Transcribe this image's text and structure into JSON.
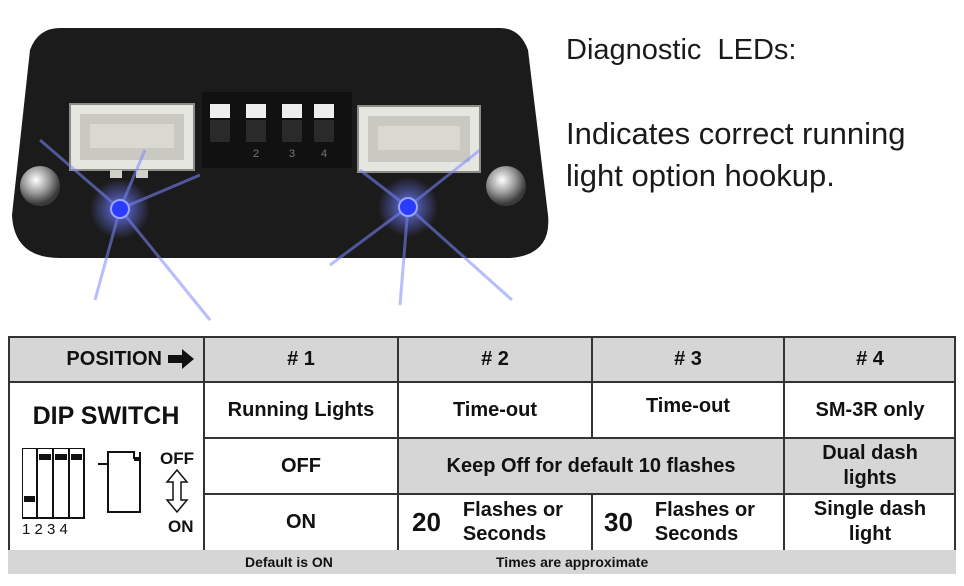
{
  "photo": {
    "title": "Diagnostic  LEDs:",
    "description": "Indicates correct running light option hookup.",
    "dip_numbers": [
      "2",
      "3",
      "4"
    ]
  },
  "table": {
    "position_label": "POSITION",
    "col_headers": [
      "# 1",
      "# 2",
      "# 3",
      "# 4"
    ],
    "dip_switch_label": "DIP SWITCH",
    "off_label": "OFF",
    "on_label": "ON",
    "diagram_numbers": "1 2 3 4",
    "row1": [
      "Running Lights",
      "Time-out",
      "Time-out",
      "SM-3R only"
    ],
    "row2": {
      "c1": "OFF",
      "merged": "Keep Off for default 10 flashes",
      "c4": "Dual dash lights"
    },
    "row3": {
      "c1": "ON",
      "c2_num": "20",
      "c2_text": "Flashes or Seconds",
      "c3_num": "30",
      "c3_text": "Flashes or Seconds",
      "c4": "Single dash light"
    }
  },
  "footer": {
    "left": "Default is ON",
    "right": "Times are approximate"
  },
  "colors": {
    "table_grey": "#d6d6d6",
    "led_blue": "#2a3cff",
    "device_body": "#1b1b1b"
  }
}
